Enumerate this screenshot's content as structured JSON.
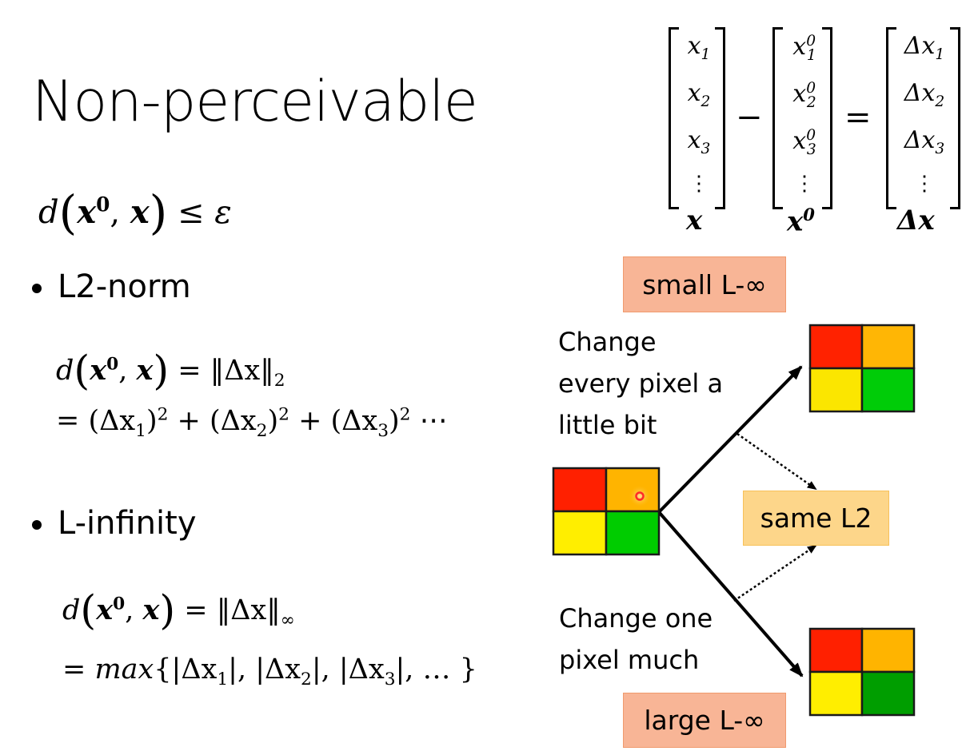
{
  "slide": {
    "title": "Non-perceivable",
    "constraint": {
      "func": "d",
      "arg1": "x",
      "arg1_sup": "0",
      "arg2": "x",
      "relation": "≤",
      "bound": "ε"
    },
    "bullets": [
      {
        "label": "L2-norm",
        "line1": {
          "lhs_func": "d",
          "lhs_arg1": "x",
          "lhs_arg1_sup": "0",
          "lhs_arg2": "x",
          "equals": "=",
          "rhs": "‖Δx‖",
          "rhs_sub": "2"
        },
        "line2": {
          "prefix": "=",
          "terms": [
            {
              "open": "(Δx",
              "sub": "1",
              "close": ")",
              "sup": "2",
              "op": " + "
            },
            {
              "open": "(Δx",
              "sub": "2",
              "close": ")",
              "sup": "2",
              "op": " + "
            },
            {
              "open": "(Δx",
              "sub": "3",
              "close": ")",
              "sup": "2",
              "op": ""
            }
          ],
          "suffix": " ⋯"
        }
      },
      {
        "label": "L-infinity",
        "line1": {
          "lhs_func": "d",
          "lhs_arg1": "x",
          "lhs_arg1_sup": "0",
          "lhs_arg2": "x",
          "equals": "=",
          "rhs": "‖Δx‖",
          "rhs_sub": "∞"
        },
        "line2": {
          "prefix": "= ",
          "func": "max",
          "open": "{",
          "terms": [
            {
              "text": "|Δx",
              "sub": "1",
              "close": "|, "
            },
            {
              "text": "|Δx",
              "sub": "2",
              "close": "|, "
            },
            {
              "text": "|Δx",
              "sub": "3",
              "close": "|, "
            }
          ],
          "suffix": "… }"
        }
      }
    ],
    "matrix_equation": {
      "minus": "−",
      "equals": "=",
      "vectors": [
        {
          "label": "x",
          "label_sup": "",
          "entries": [
            {
              "base": "x",
              "sub": "1",
              "sup": ""
            },
            {
              "base": "x",
              "sub": "2",
              "sup": ""
            },
            {
              "base": "x",
              "sub": "3",
              "sup": ""
            }
          ],
          "ellipsis": "⋮"
        },
        {
          "label": "x",
          "label_sup": "0",
          "entries": [
            {
              "base": "x",
              "sub": "1",
              "sup": "0"
            },
            {
              "base": "x",
              "sub": "2",
              "sup": "0"
            },
            {
              "base": "x",
              "sub": "3",
              "sup": "0"
            }
          ],
          "ellipsis": "⋮"
        },
        {
          "label": "Δx",
          "label_sup": "",
          "entries": [
            {
              "base": "Δx",
              "sub": "1",
              "sup": ""
            },
            {
              "base": "Δx",
              "sub": "2",
              "sup": ""
            },
            {
              "base": "Δx",
              "sub": "3",
              "sup": ""
            }
          ],
          "ellipsis": "⋮"
        }
      ]
    },
    "diagram": {
      "small_linf_label": "small L-∞",
      "large_linf_label": "large L-∞",
      "same_l2_label": "same L2",
      "caption_top": [
        "Change",
        "every pixel a",
        "little bit"
      ],
      "caption_bottom": [
        "Change one",
        "pixel much"
      ],
      "grids": {
        "original": [
          "#ff2000",
          "#ffb400",
          "#ffee00",
          "#00cc00"
        ],
        "small_change": [
          "#ff2200",
          "#ffb605",
          "#fbe600",
          "#00cc08"
        ],
        "large_change": [
          "#ff2000",
          "#ffb400",
          "#ffee00",
          "#009e00"
        ]
      },
      "colors": {
        "orange_box": "#f8b596",
        "yellow_box": "#fdd68a",
        "cursor_marker": "#ff2a2a"
      }
    }
  }
}
